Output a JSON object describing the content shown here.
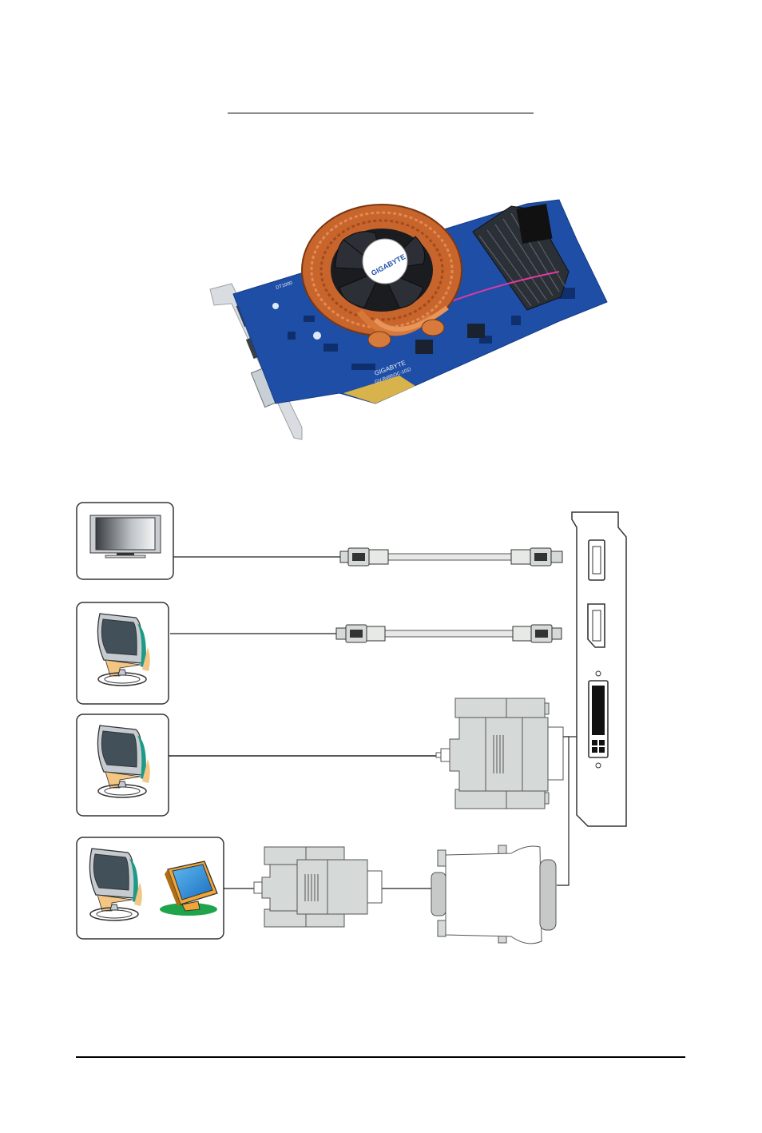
{
  "card": {
    "brand": "GIGABYTE",
    "model_silk": "GV-R485OC-1GD",
    "silk_small": "DT1000",
    "fan_sub": "GIGABYTE"
  },
  "colors": {
    "pcb": "#1f4ea6",
    "copper": "#c8652d",
    "heatsink": "#2b2f36",
    "cable": "#e6e9e6",
    "connector": "#d5d9d7",
    "panel_stroke": "#333333"
  },
  "icons": {
    "tv": "lcd-tv-icon",
    "monitor": "lcd-monitor-icon",
    "crt": "crt-monitor-icon"
  }
}
